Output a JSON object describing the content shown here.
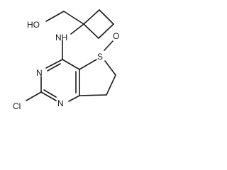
{
  "molecule": {
    "atoms": {
      "ho": "HO",
      "nh": "NH",
      "s": "S",
      "o": "O",
      "n_upper": "N",
      "n_lower": "N",
      "cl": "Cl"
    }
  }
}
